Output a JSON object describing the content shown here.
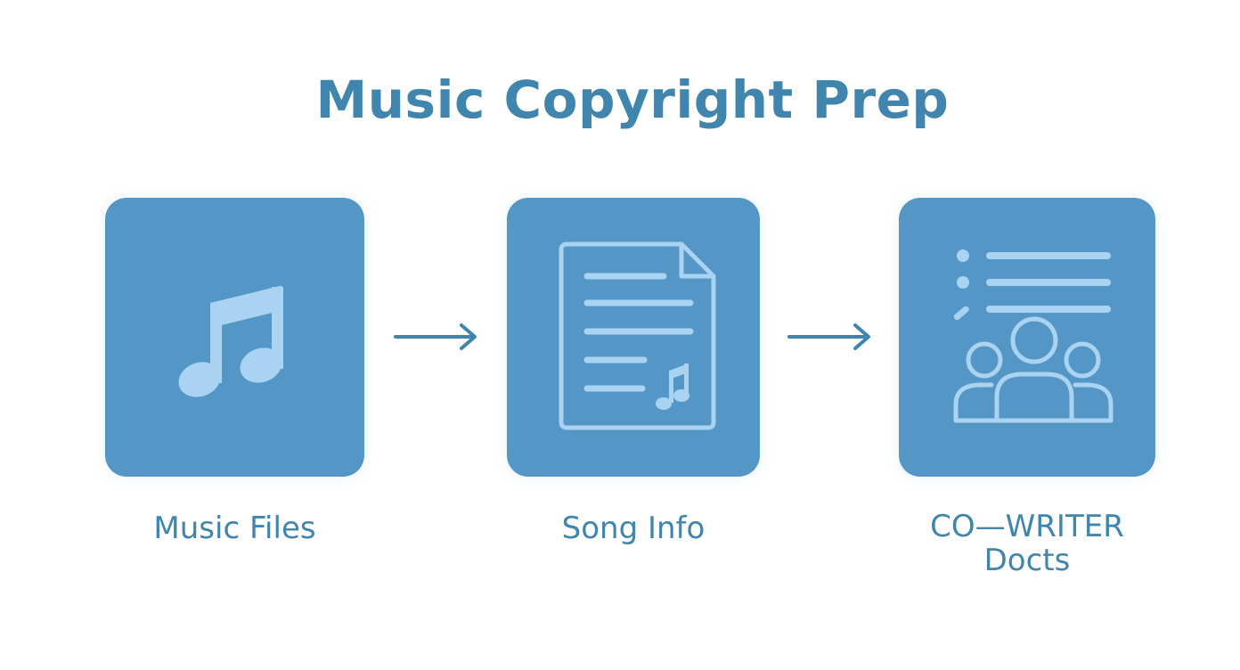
{
  "title": "Music Copyright Prep",
  "steps": [
    {
      "label": "Music Files",
      "icon": "music-note-icon"
    },
    {
      "label": "Song Info",
      "icon": "document-music-icon"
    },
    {
      "label_line1": "CO—WRITER",
      "label_line2": "Docts",
      "icon": "co-writer-group-icon"
    }
  ],
  "colors": {
    "title": "#3f85ad",
    "card": "#5497c6",
    "icon": "#a9d3f0",
    "arrow": "#3f85ad"
  }
}
